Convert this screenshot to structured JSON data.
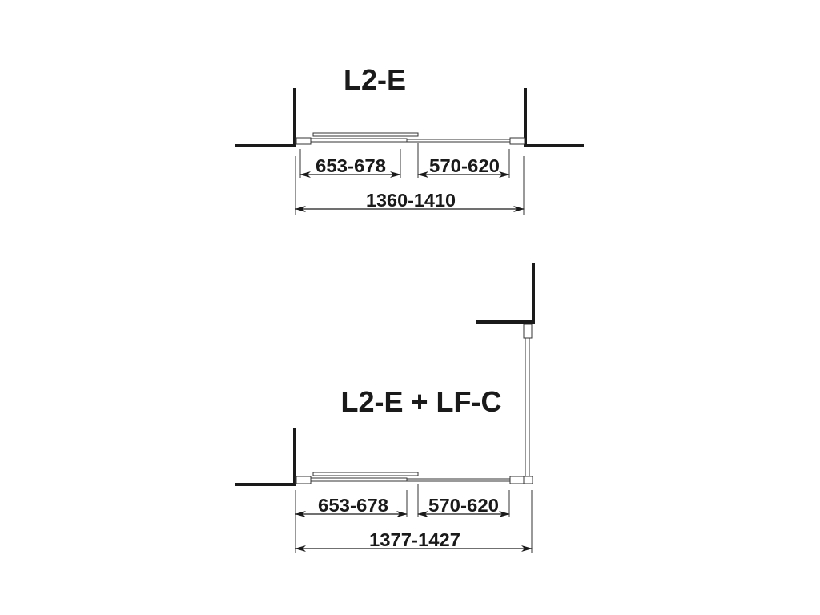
{
  "diagrams": [
    {
      "title": "L2-E",
      "dimensions": {
        "left_segment": "653-678",
        "right_segment": "570-620",
        "total": "1360-1410"
      }
    },
    {
      "title": "L2-E + LF-C",
      "dimensions": {
        "left_segment": "653-678",
        "right_segment": "570-620",
        "total": "1377-1427"
      }
    }
  ],
  "colors": {
    "wall": "#1a1a1a",
    "line": "#333333",
    "background": "#ffffff"
  }
}
